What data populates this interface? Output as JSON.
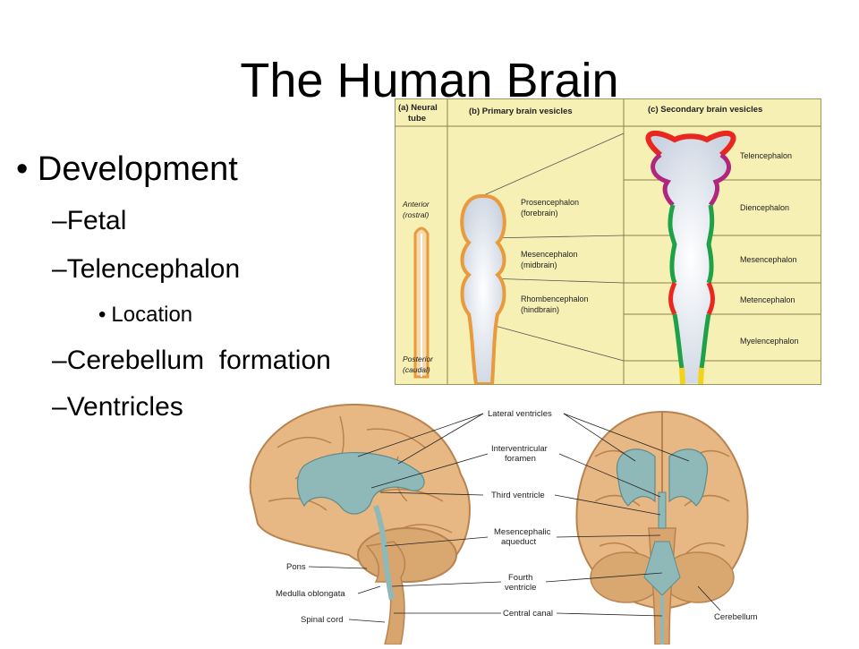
{
  "slide": {
    "title": "The Human Brain",
    "bullets": {
      "development": "Development",
      "fetal": "Fetal",
      "telencephalon": "Telencephalon",
      "location": "Location",
      "cerebellum_formation": "Cerebellum  formation",
      "ventricles": "Ventricles"
    }
  },
  "vesicle_figure": {
    "col_a_line1": "(a) Neural",
    "col_a_line2": "tube",
    "col_b": "(b) Primary brain vesicles",
    "col_c": "(c) Secondary brain vesicles",
    "anterior": "Anterior",
    "rostral": "(rostral)",
    "posterior": "Posterior",
    "caudal": "(caudal)",
    "prosencephalon": "Prosencephalon",
    "forebrain": "(forebrain)",
    "mesencephalon_primary": "Mesencephalon",
    "midbrain": "(midbrain)",
    "rhombencephalon": "Rhombencephalon",
    "hindbrain": "(hindbrain)",
    "telencephalon": "Telencephalon",
    "diencephalon": "Diencephalon",
    "mesencephalon_secondary": "Mesencephalon",
    "metencephalon": "Metencephalon",
    "myelencephalon": "Myelencephalon",
    "colors": {
      "background": "#f6f0b5",
      "telencephalon": "#e8281e",
      "diencephalon": "#b0267e",
      "mesencephalon": "#1fa14a",
      "metencephalon": "#e8281e",
      "myelencephalon": "#f2d21a",
      "primary_outline": "#e89a3c"
    }
  },
  "ventricle_figure": {
    "lateral_ventricles": "Lateral ventricles",
    "interventricular_line1": "Interventricular",
    "interventricular_line2": "foramen",
    "third_ventricle": "Third ventricle",
    "mesencephalic_line1": "Mesencephalic",
    "mesencephalic_line2": "aqueduct",
    "fourth_line1": "Fourth",
    "fourth_line2": "ventricle",
    "central_canal": "Central canal",
    "pons": "Pons",
    "medulla": "Medulla oblongata",
    "spinal_cord": "Spinal cord",
    "cerebellum": "Cerebellum",
    "colors": {
      "brain": "#e7b883",
      "brain_dark": "#c98f58",
      "ventricle": "#8fb8b8"
    }
  }
}
